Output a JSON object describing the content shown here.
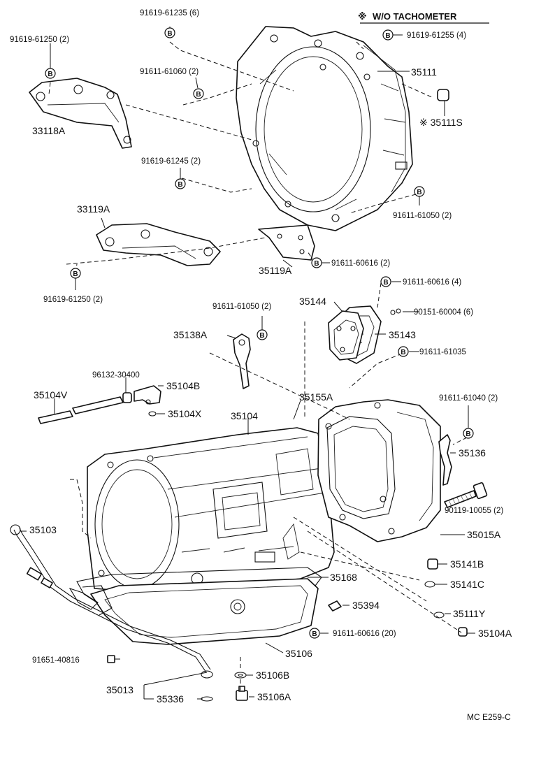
{
  "note": {
    "symbol": "※",
    "text": "W/O TACHOMETER"
  },
  "ref_code": "MC  E259-C",
  "bolt_symbol": "B",
  "bolts": {
    "b_61235": "91619-61235 (6)",
    "b_61250_top": "91619-61250 (2)",
    "b_61255": "91619-61255 (4)",
    "b_61060": "91611-61060 (2)",
    "b_61245": "91619-61245 (2)",
    "b_61050_right": "91611-61050 (2)",
    "b_60616_2": "91611-60616 (2)",
    "b_61250_bottom": "91619-61250 (2)",
    "b_60616_4": "91611-60616 (4)",
    "b_61050_mid": "91611-61050 (2)",
    "b_60004": "90151-60004 (6)",
    "b_61035": "91611-61035",
    "b_30400": "96132-30400",
    "b_61040": "91611-61040 (2)",
    "b_10055": "90119-10055 (2)",
    "b_60616_20": "91611-60616 (20)",
    "b_40816": "91651-40816"
  },
  "parts": {
    "p35111": "35111",
    "p35111s": "※ 35111S",
    "p33118a": "33118A",
    "p33119a": "33119A",
    "p35119a": "35119A",
    "p35144": "35144",
    "p35143": "35143",
    "p35138a": "35138A",
    "p35104b": "35104B",
    "p35104v": "35104V",
    "p35104x": "35104X",
    "p35155a": "35155A",
    "p35104": "35104",
    "p35136": "35136",
    "p35103": "35103",
    "p35015a": "35015A",
    "p35141b": "35141B",
    "p35141c": "35141C",
    "p35168": "35168",
    "p35394": "35394",
    "p35111y": "35111Y",
    "p35104a": "35104A",
    "p35106": "35106",
    "p35106b": "35106B",
    "p35013": "35013",
    "p35336": "35336",
    "p35106a": "35106A"
  }
}
